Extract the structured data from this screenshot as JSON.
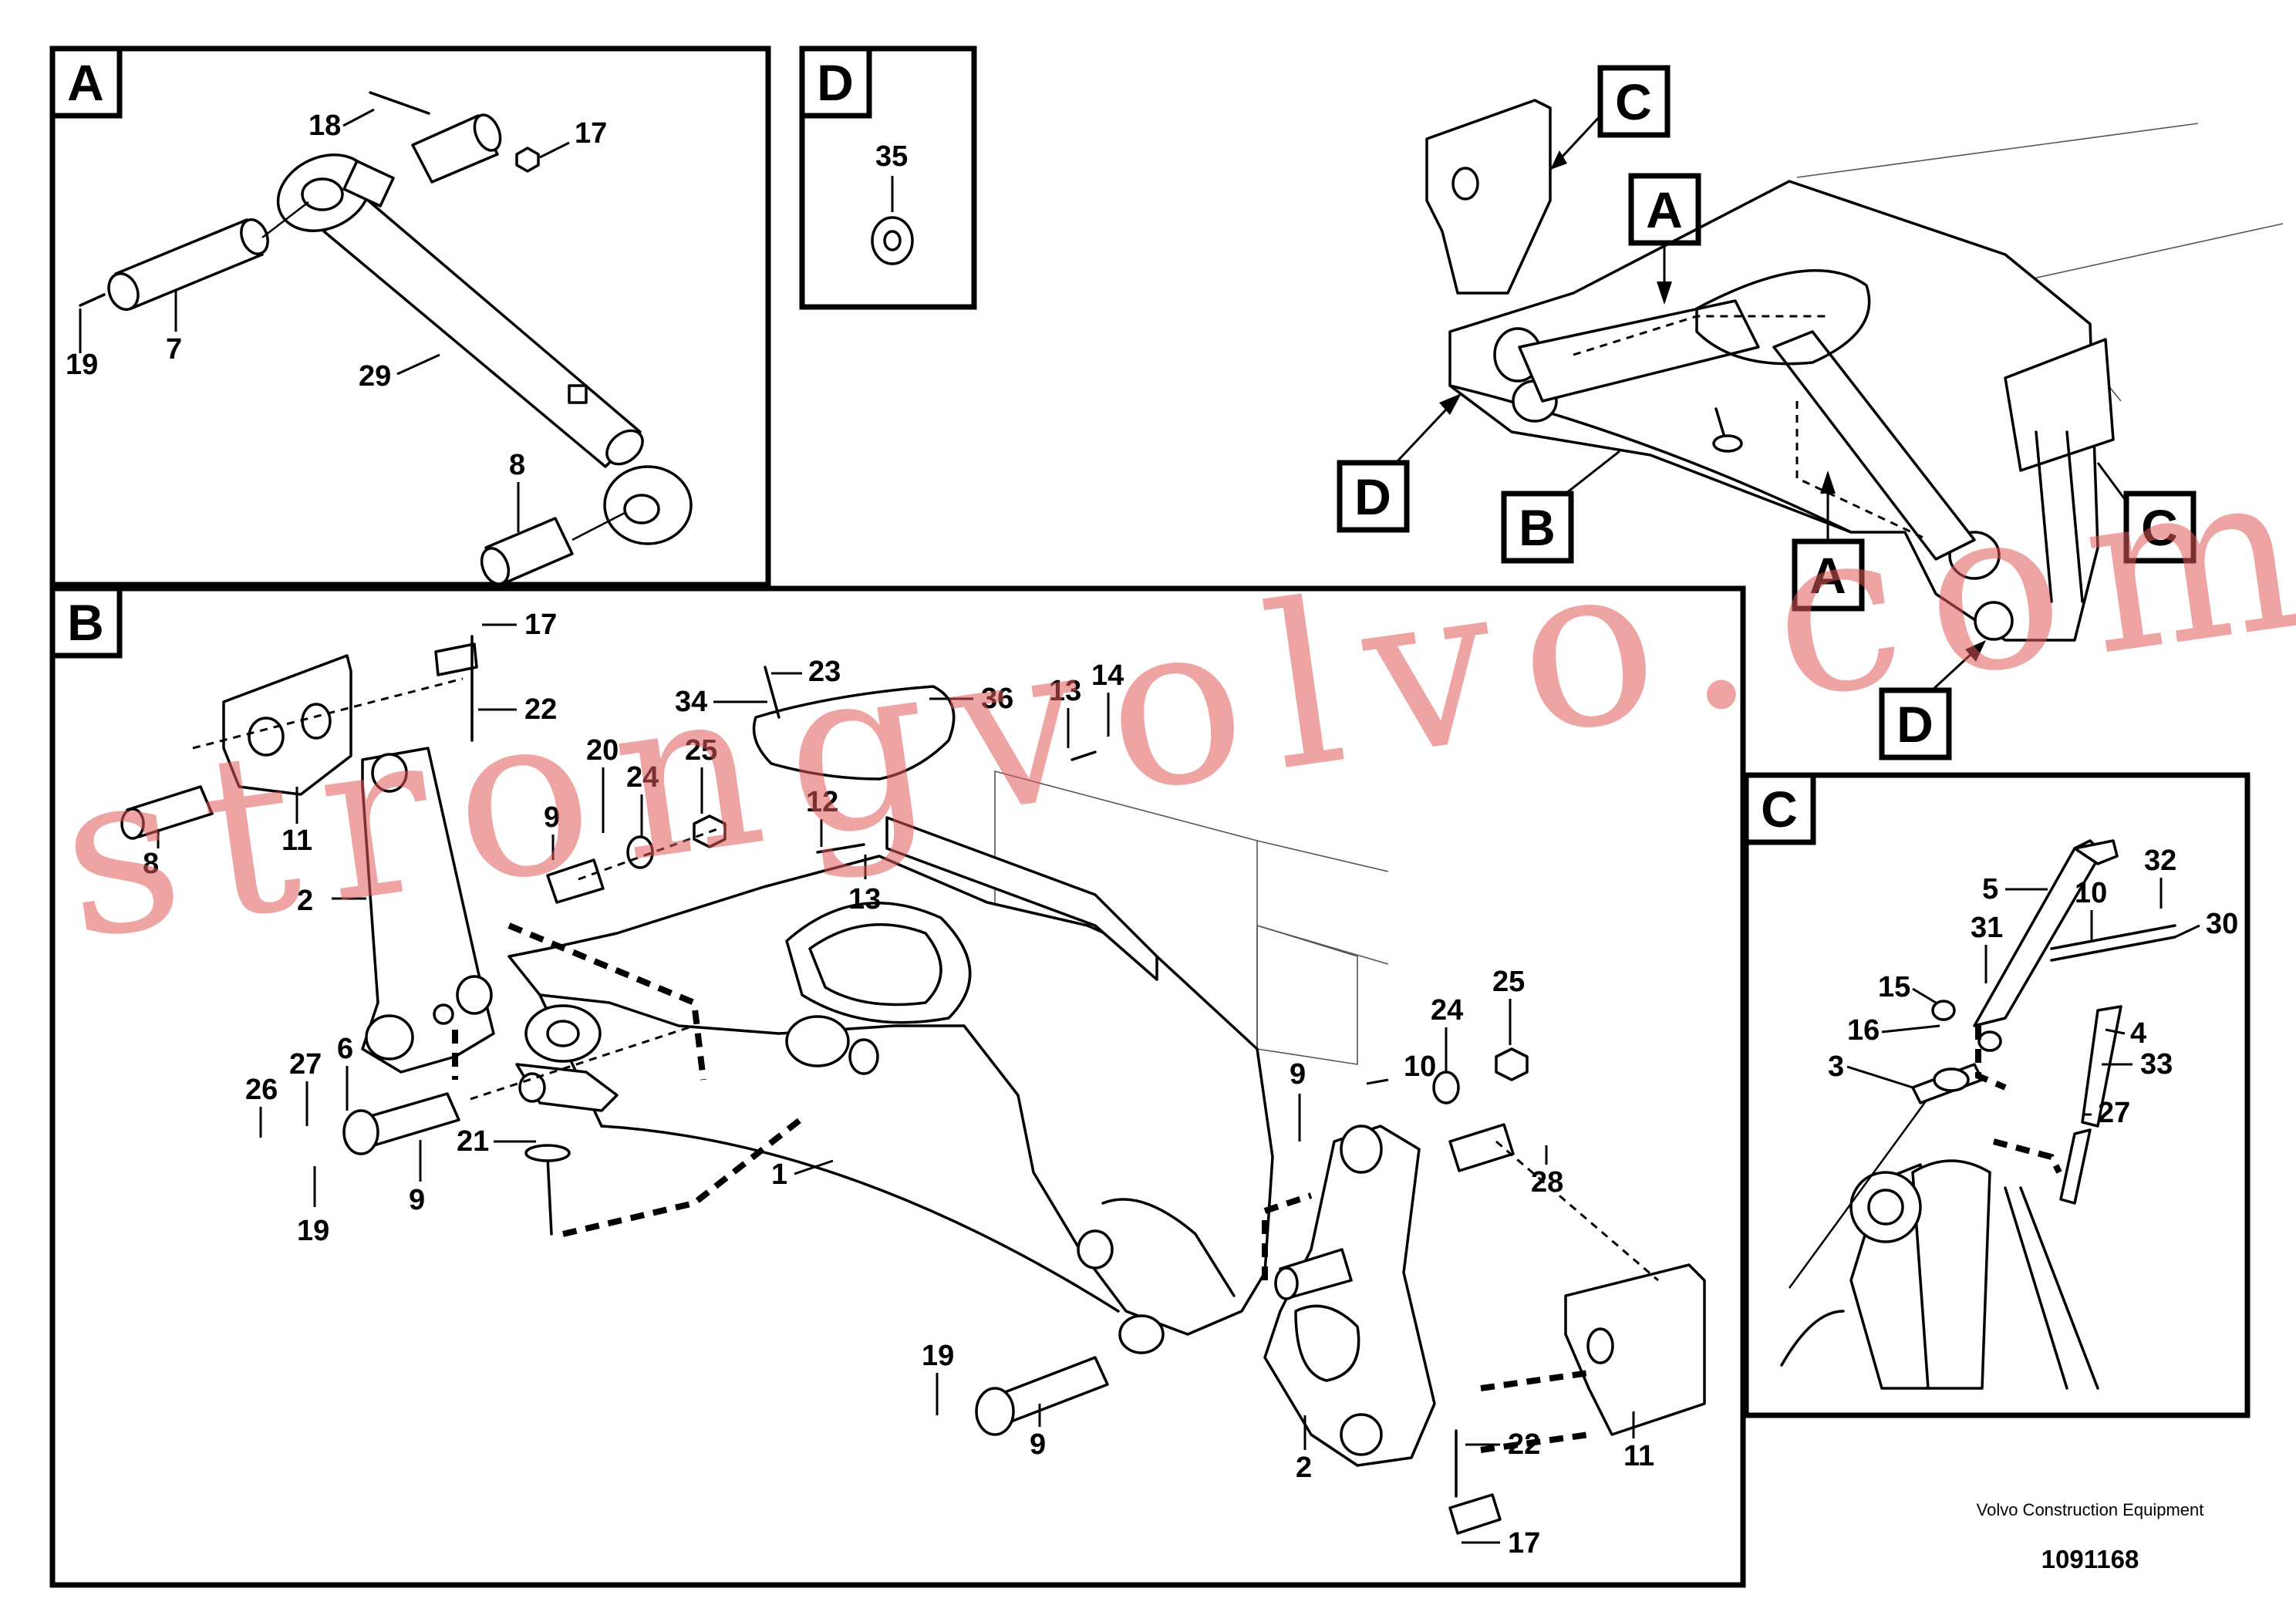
{
  "views": {
    "A": {
      "label": "A",
      "callouts": [
        "18",
        "17",
        "19",
        "7",
        "29",
        "8"
      ]
    },
    "B": {
      "label": "B",
      "callouts": [
        "17",
        "22",
        "11",
        "8",
        "2",
        "23",
        "34",
        "36",
        "13",
        "14",
        "20",
        "24",
        "25",
        "9",
        "12",
        "13",
        "26",
        "27",
        "6",
        "21",
        "19",
        "9",
        "1",
        "24",
        "25",
        "10",
        "9",
        "28",
        "19",
        "9",
        "2",
        "22",
        "11",
        "17"
      ]
    },
    "C": {
      "label": "C",
      "callouts": [
        "5",
        "10",
        "32",
        "30",
        "31",
        "15",
        "16",
        "4",
        "3",
        "33",
        "27"
      ]
    },
    "D": {
      "label": "D",
      "callouts": [
        "35"
      ]
    }
  },
  "overview": {
    "markers": [
      "C",
      "A",
      "D",
      "B",
      "A",
      "C",
      "D"
    ]
  },
  "watermark": "strongvolvo.com",
  "credit": {
    "org": "Volvo Construction Equipment",
    "number": "1091168"
  }
}
